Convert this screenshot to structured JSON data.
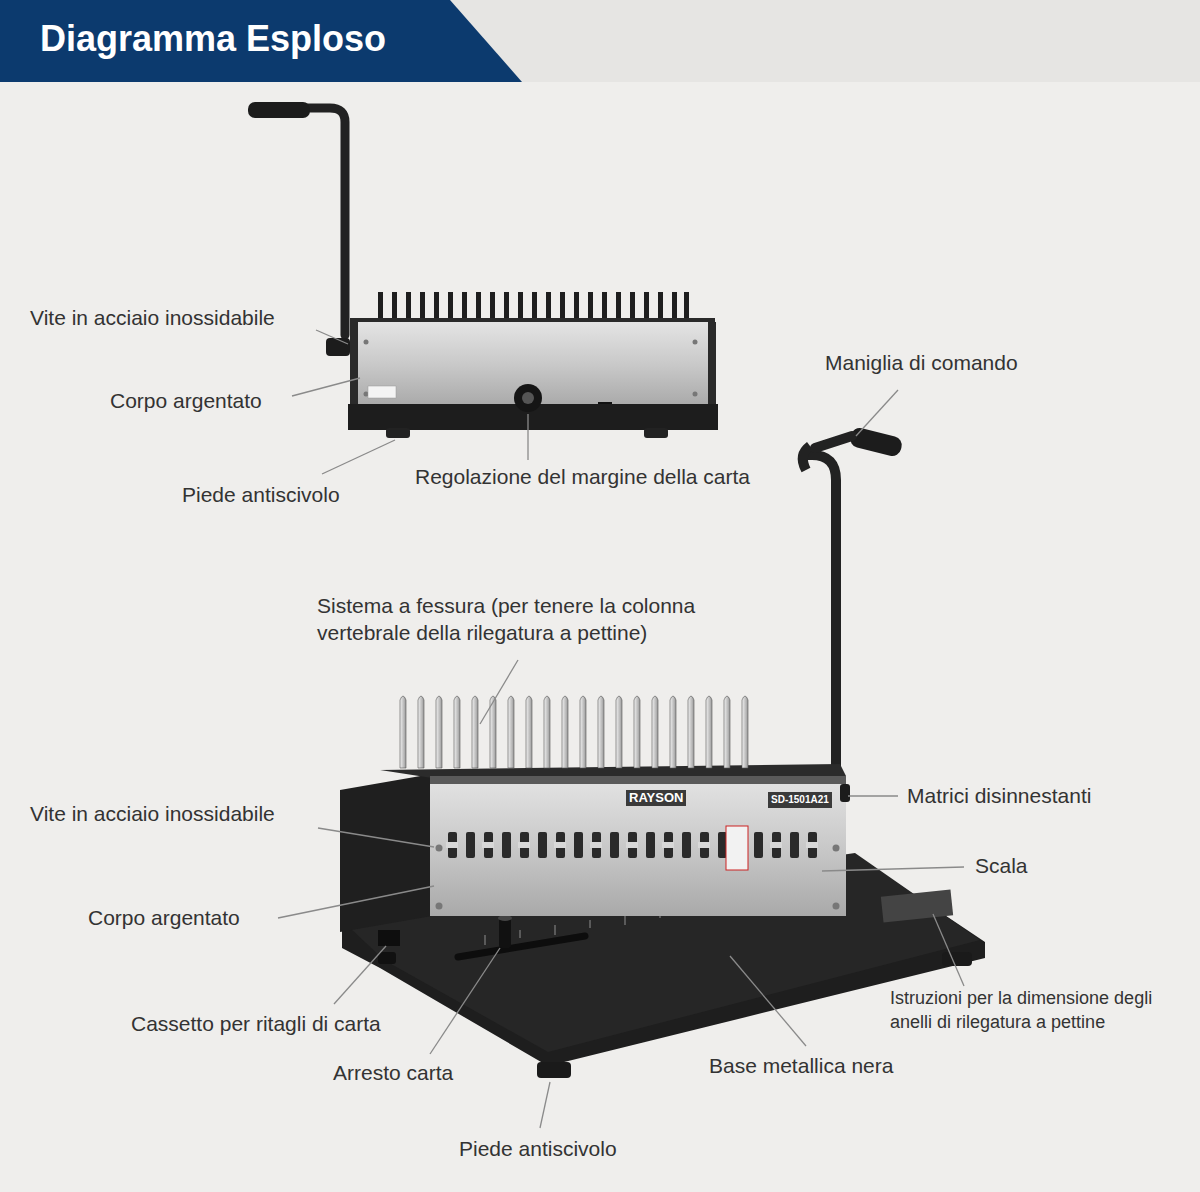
{
  "diagram": {
    "title": "Diagramma Esploso",
    "labels": [
      "Vite in acciaio inossidabile",
      "Corpo argentato",
      "Piede antiscivolo",
      "Regolazione del margine della carta",
      "Maniglia di comando",
      "Sistema a fessura (per tenere la colonna vertebrale della rilegatura a pettine)",
      "Vite in acciaio inossidabile",
      "Matrici disinnestanti",
      "Scala",
      "Corpo argentato",
      "Istruzioni per la dimensione degli anelli di rilegatura a pettine",
      "Cassetto per ritagli di carta",
      "Arresto carta",
      "Base metallica nera",
      "Piede antiscivolo",
      "RAYSON",
      "SD-1501A21"
    ]
  }
}
